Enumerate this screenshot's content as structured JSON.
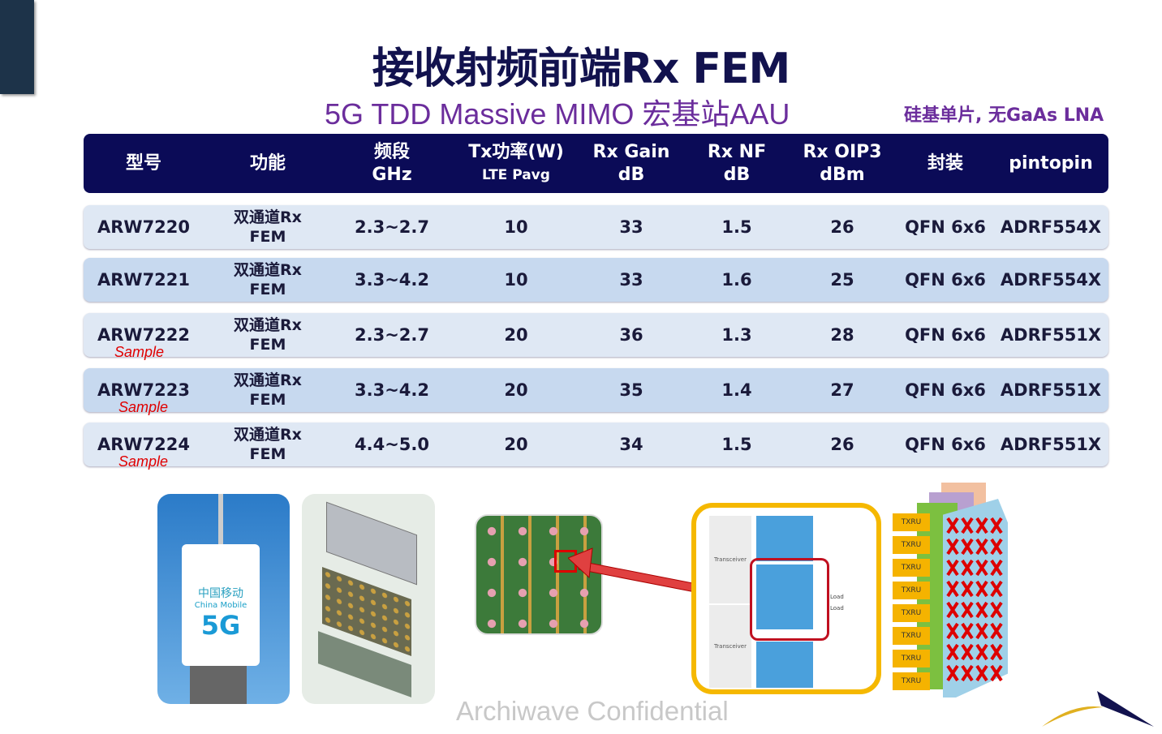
{
  "title": "接收射频前端Rx FEM",
  "subtitle": "5G TDD Massive MIMO 宏基站AAU",
  "note": "硅基单片, 无GaAs LNA",
  "table": {
    "headers": [
      {
        "l1": "型号",
        "l2": ""
      },
      {
        "l1": "功能",
        "l2": ""
      },
      {
        "l1": "频段",
        "l2": "GHz"
      },
      {
        "l1": "Tx功率(W)",
        "l2": "LTE Pavg"
      },
      {
        "l1": "Rx Gain",
        "l2": "dB"
      },
      {
        "l1": "Rx NF",
        "l2": "dB"
      },
      {
        "l1": "Rx OIP3",
        "l2": "dBm"
      },
      {
        "l1": "封装",
        "l2": ""
      },
      {
        "l1": "pintopin",
        "l2": ""
      }
    ],
    "rows": [
      {
        "model": "ARW7220",
        "tag": "",
        "func1": "双通道Rx",
        "func2": "FEM",
        "band": "2.3~2.7",
        "tx": "10",
        "gain": "33",
        "nf": "1.5",
        "oip3": "26",
        "pkg": "QFN 6x6",
        "pin": "ADRF554X"
      },
      {
        "model": "ARW7221",
        "tag": "",
        "func1": "双通道Rx",
        "func2": "FEM",
        "band": "3.3~4.2",
        "tx": "10",
        "gain": "33",
        "nf": "1.6",
        "oip3": "25",
        "pkg": "QFN 6x6",
        "pin": "ADRF554X"
      },
      {
        "model": "ARW7222",
        "tag": "Sample",
        "func1": "双通道Rx",
        "func2": "FEM",
        "band": "2.3~2.7",
        "tx": "20",
        "gain": "36",
        "nf": "1.3",
        "oip3": "28",
        "pkg": "QFN 6x6",
        "pin": "ADRF551X"
      },
      {
        "model": "ARW7223",
        "tag": "Sample",
        "func1": "双通道Rx",
        "func2": "FEM",
        "band": "3.3~4.2",
        "tx": "20",
        "gain": "35",
        "nf": "1.4",
        "oip3": "27",
        "pkg": "QFN 6x6",
        "pin": "ADRF551X"
      },
      {
        "model": "ARW7224",
        "tag": "Sample",
        "func1": "双通道Rx",
        "func2": "FEM",
        "band": "4.4~5.0",
        "tx": "20",
        "gain": "34",
        "nf": "1.5",
        "oip3": "26",
        "pkg": "QFN 6x6",
        "pin": "ADRF551X"
      }
    ]
  },
  "images": {
    "tower_logo": "中国移动 China Mobile 5G",
    "transceiver": "Transceiver",
    "load": "Load",
    "txru": "TXRU"
  },
  "watermark": "Archiwave Confidential"
}
